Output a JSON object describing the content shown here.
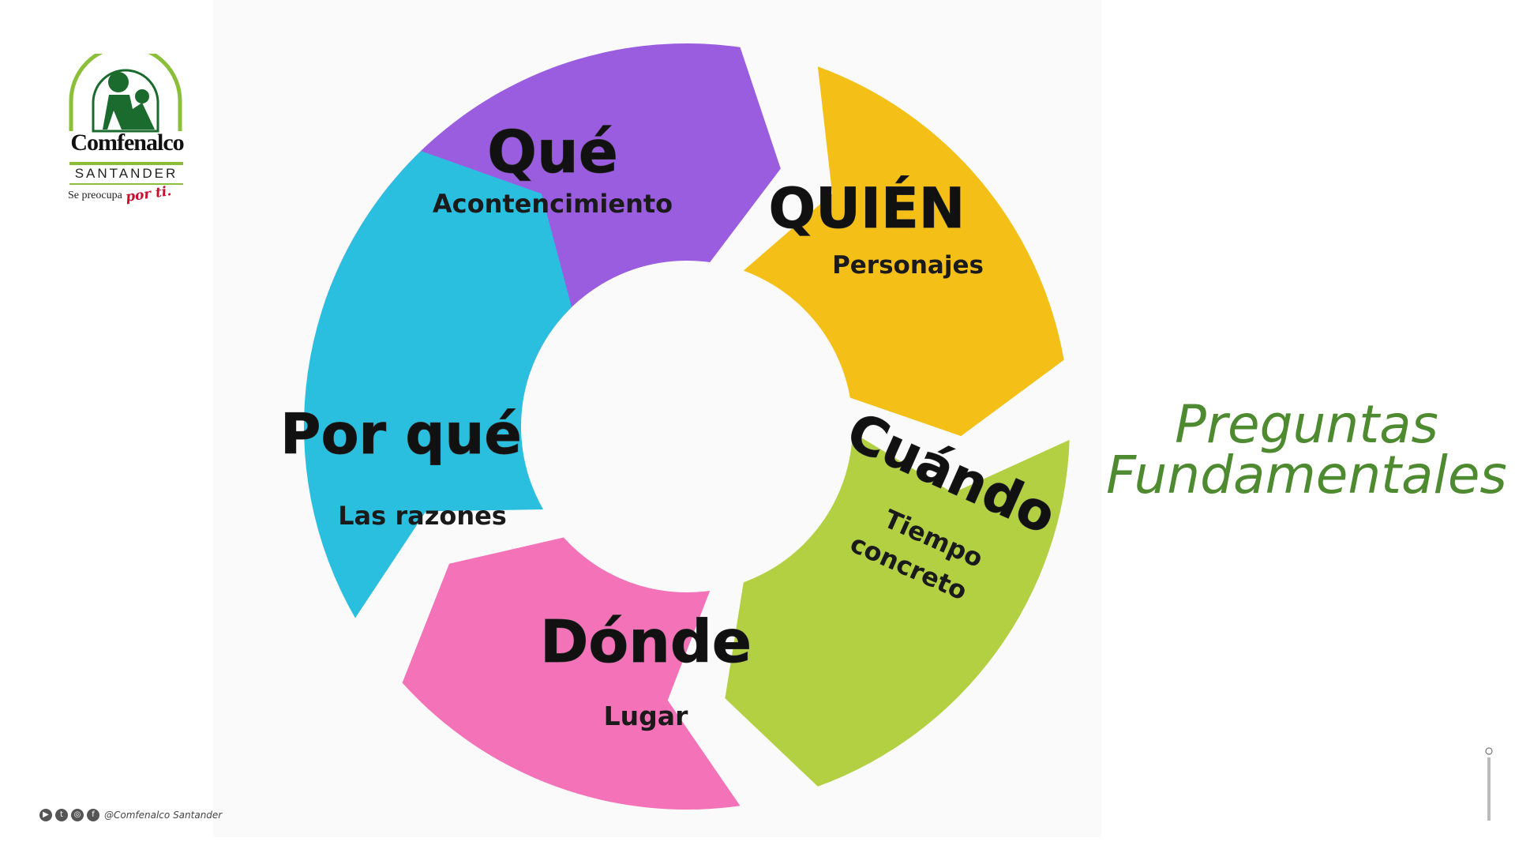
{
  "logo": {
    "name": "Comfenalco",
    "region": "SANTANDER",
    "tagline_prefix": "Se preocupa",
    "tagline_emphasis": "por ti."
  },
  "cycle": {
    "segments": [
      {
        "id": "que",
        "title": "Qué",
        "subtitle": "Acontencimiento",
        "color": "#9b5de0"
      },
      {
        "id": "quien",
        "title": "QUIÉN",
        "subtitle": "Personajes",
        "color": "#f4c018"
      },
      {
        "id": "cuando",
        "title": "Cuándo",
        "subtitle_lines": [
          "Tiempo",
          "concreto"
        ],
        "color": "#b3d043"
      },
      {
        "id": "donde",
        "title": "Dónde",
        "subtitle": "Lugar",
        "color": "#f472b8"
      },
      {
        "id": "porque",
        "title": "Por qué",
        "subtitle": "Las razones",
        "color": "#2bbfdf"
      }
    ]
  },
  "heading": {
    "line1": "Preguntas",
    "line2": "Fundamentales",
    "color": "#4e8a2f"
  },
  "footer": {
    "icons": [
      "youtube-icon",
      "twitter-icon",
      "instagram-icon",
      "facebook-icon"
    ],
    "handle": "@Comfenalco Santander"
  }
}
